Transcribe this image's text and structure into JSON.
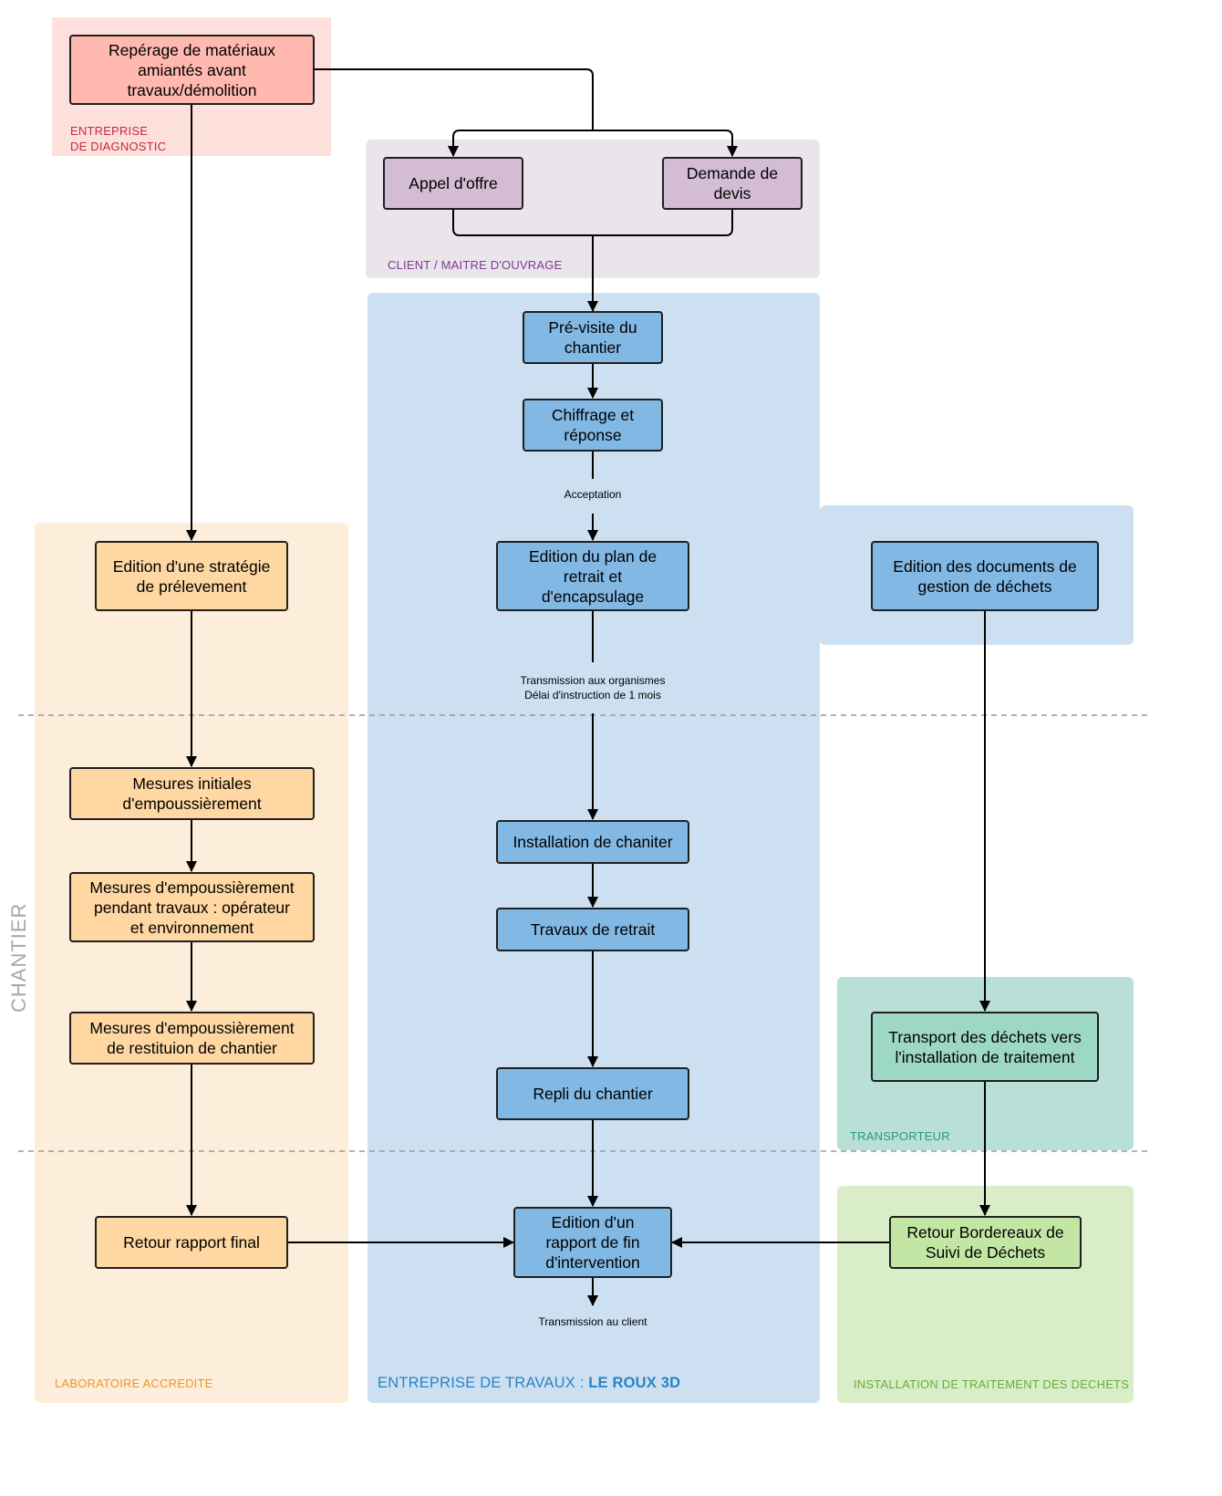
{
  "lanes": {
    "diagnostic": {
      "label_line1": "ENTREPRISE",
      "label_line2": "DE DIAGNOSTIC",
      "bg": "#fde0dc",
      "text_color": "#c62a3c"
    },
    "client": {
      "label": "CLIENT / MAITRE D'OUVRAGE",
      "bg": "#ebe4ec",
      "text_color": "#7b3b8c"
    },
    "travaux": {
      "label_prefix": "ENTREPRISE DE TRAVAUX : ",
      "label_brand": "LE ROUX 3D",
      "bg": "#cde0f2",
      "text_color": "#2a82c4"
    },
    "laboratoire": {
      "label": "LABORATOIRE ACCREDITE",
      "bg": "#fdeedb",
      "text_color": "#e8962a"
    },
    "dechets_docs": {
      "bg": "#cde0f2"
    },
    "transporteur": {
      "label": "TRANSPORTEUR",
      "bg": "#b8e0d6",
      "text_color": "#2a9a7a"
    },
    "installation": {
      "label": "INSTALLATION DE TRAITEMENT DES DECHETS",
      "bg": "#d9eec8",
      "text_color": "#6aad3a"
    }
  },
  "phase_label": "CHANTIER",
  "nodes": {
    "reperage": "Repérage de matériaux\namiantés avant\ntravaux/démolition",
    "appel_offre": "Appel d'offre",
    "demande_devis": "Demande de\ndevis",
    "previsite": "Pré-visite du\nchantier",
    "chiffrage": "Chiffrage et\nréponse",
    "edition_plan": "Edition du plan de\nretrait et\nd'encapsulage",
    "edition_strategie": "Edition d'une stratégie\nde prélevement",
    "edition_documents": "Edition des documents de\ngestion de déchets",
    "mesures_initiales": "Mesures initiales\nd'empoussièrement",
    "mesures_pendant": "Mesures d'empoussièrement\npendant travaux : opérateur\net environnement",
    "mesures_restitution": "Mesures d'empoussièrement\nde restituion de chantier",
    "installation_chantier": "Installation de chaniter",
    "travaux_retrait": "Travaux de retrait",
    "repli": "Repli du chantier",
    "transport_dechets": "Transport des déchets vers\nl'installation de traitement",
    "retour_rapport": "Retour rapport final",
    "edition_rapport": "Edition d'un\nrapport de fin\nd'intervention",
    "retour_bordereaux": "Retour Bordereaux de\nSuivi de Déchets"
  },
  "notes": {
    "acceptation": "Acceptation",
    "transmission_organismes": "Transmission aux organismes\nDélai d'instruction de 1 mois",
    "transmission_client": "Transmission au client"
  },
  "colors": {
    "diagnostic_node": "#ffb9b0",
    "client_node": "#d3bcd4",
    "travaux_node": "#82b8e4",
    "labo_node": "#fed7a2",
    "transport_node": "#9dd8c6",
    "installation_node": "#c4e6a4",
    "line": "#000000",
    "dashed": "#999999"
  }
}
